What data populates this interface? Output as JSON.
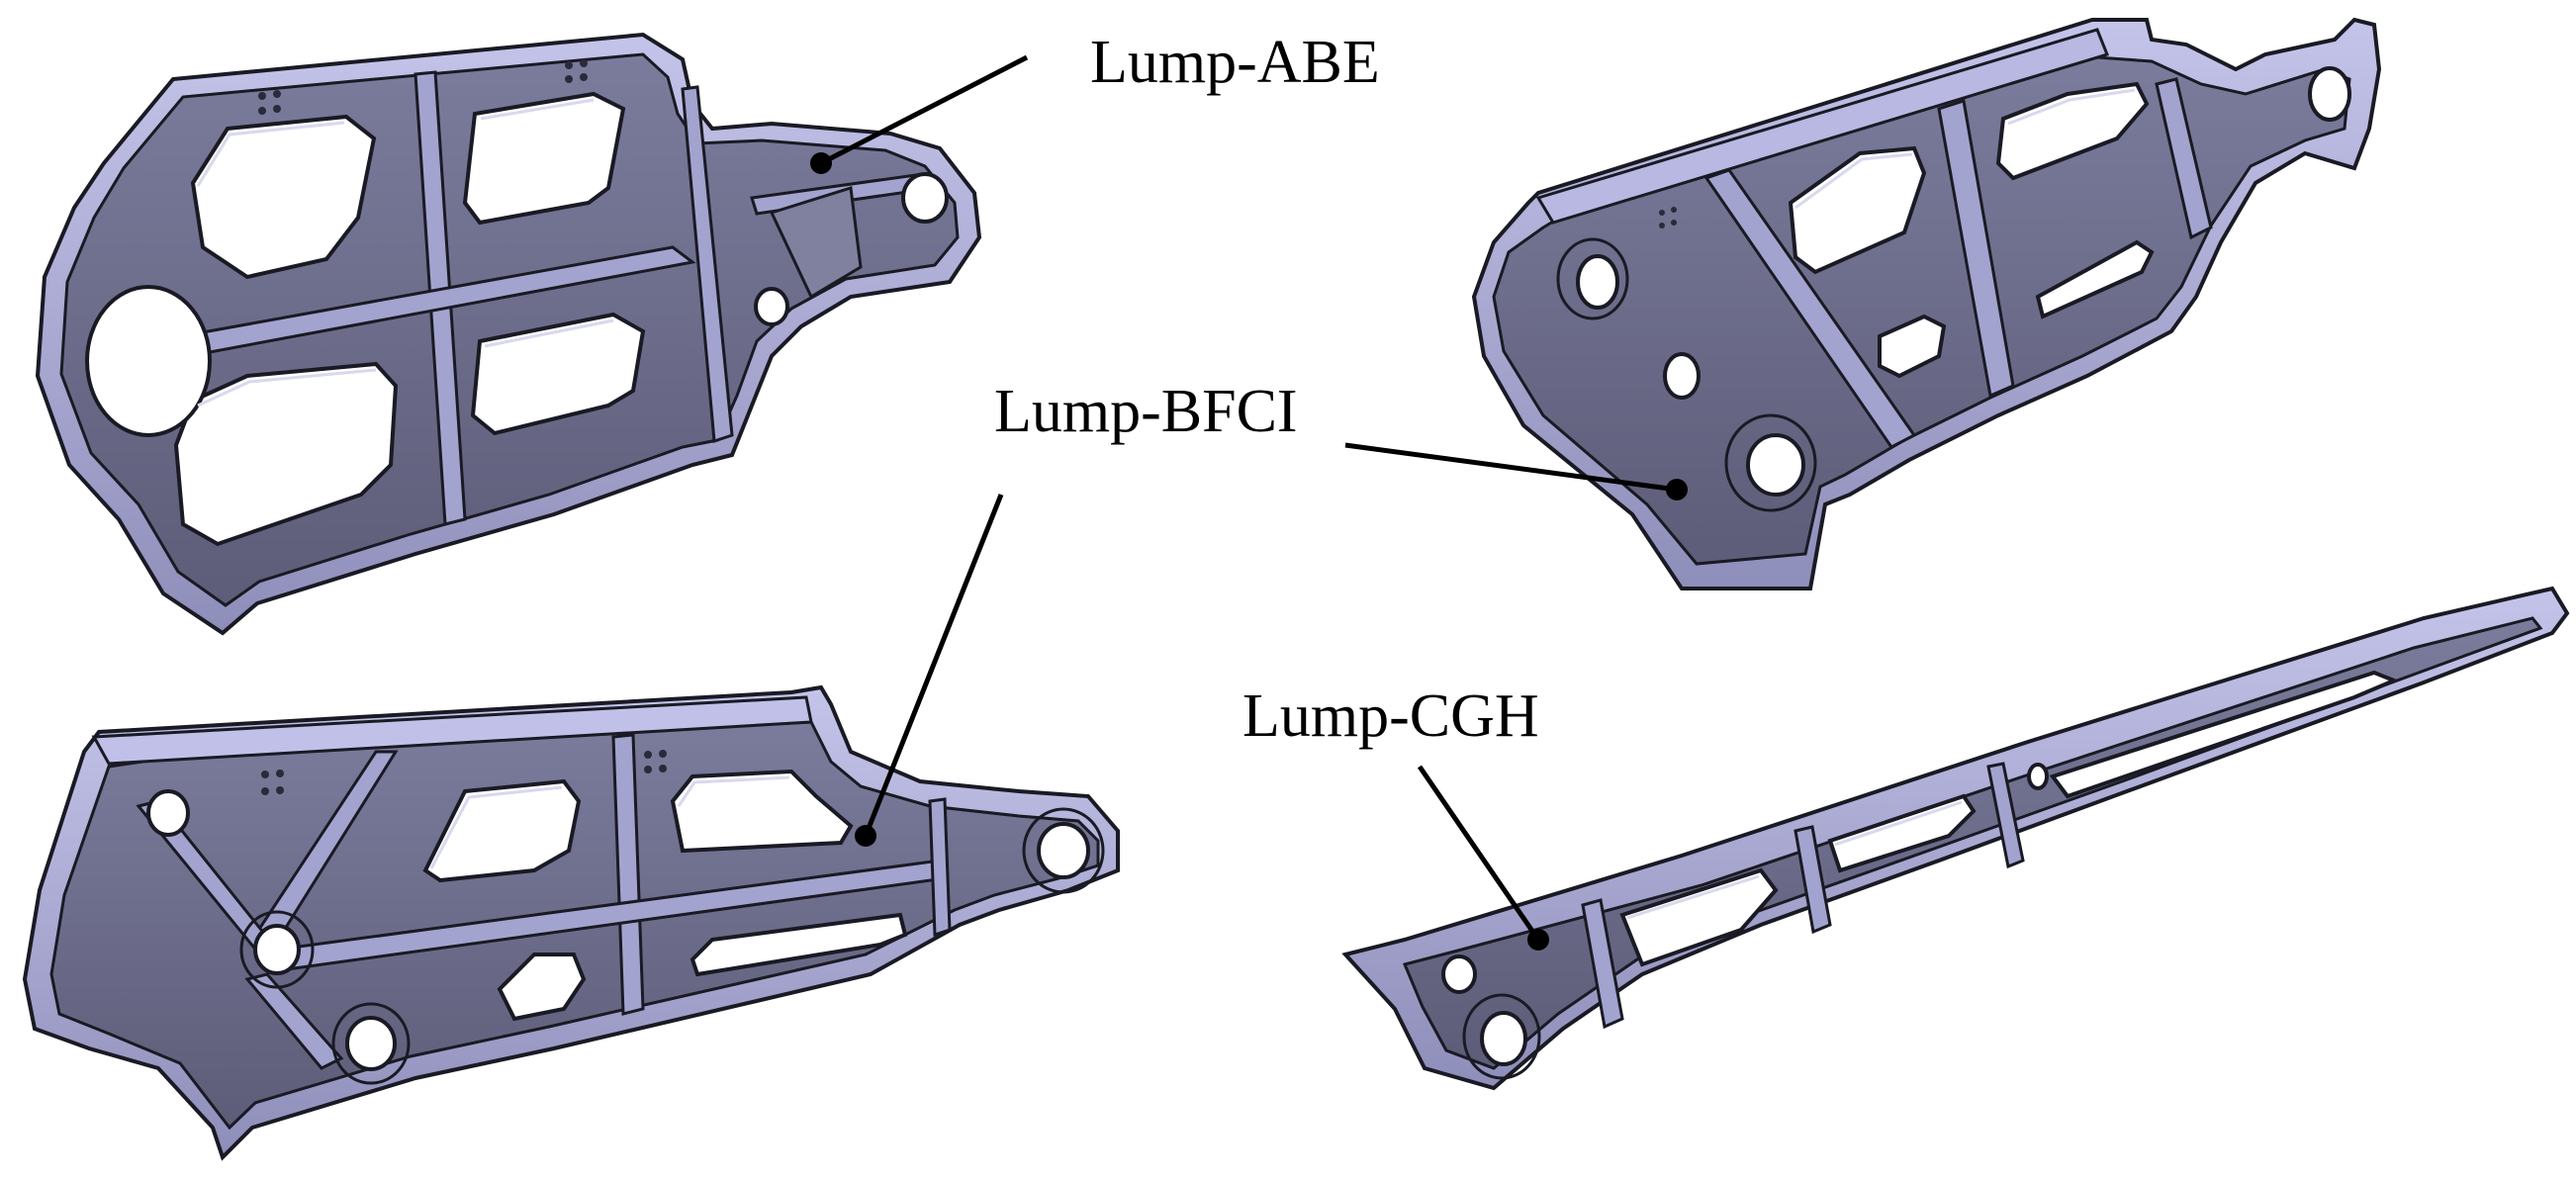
{
  "labels": {
    "abe": "Lump-ABE",
    "bfci": "Lump-BFCI",
    "cgh": "Lump-CGH"
  },
  "colors": {
    "part_face": "#6e6e8c",
    "part_top": "#a9a9d6",
    "part_edge": "#1a1a24",
    "pocket_light": "#d8d8ee",
    "hole": "#ffffff",
    "leader": "#000000"
  }
}
